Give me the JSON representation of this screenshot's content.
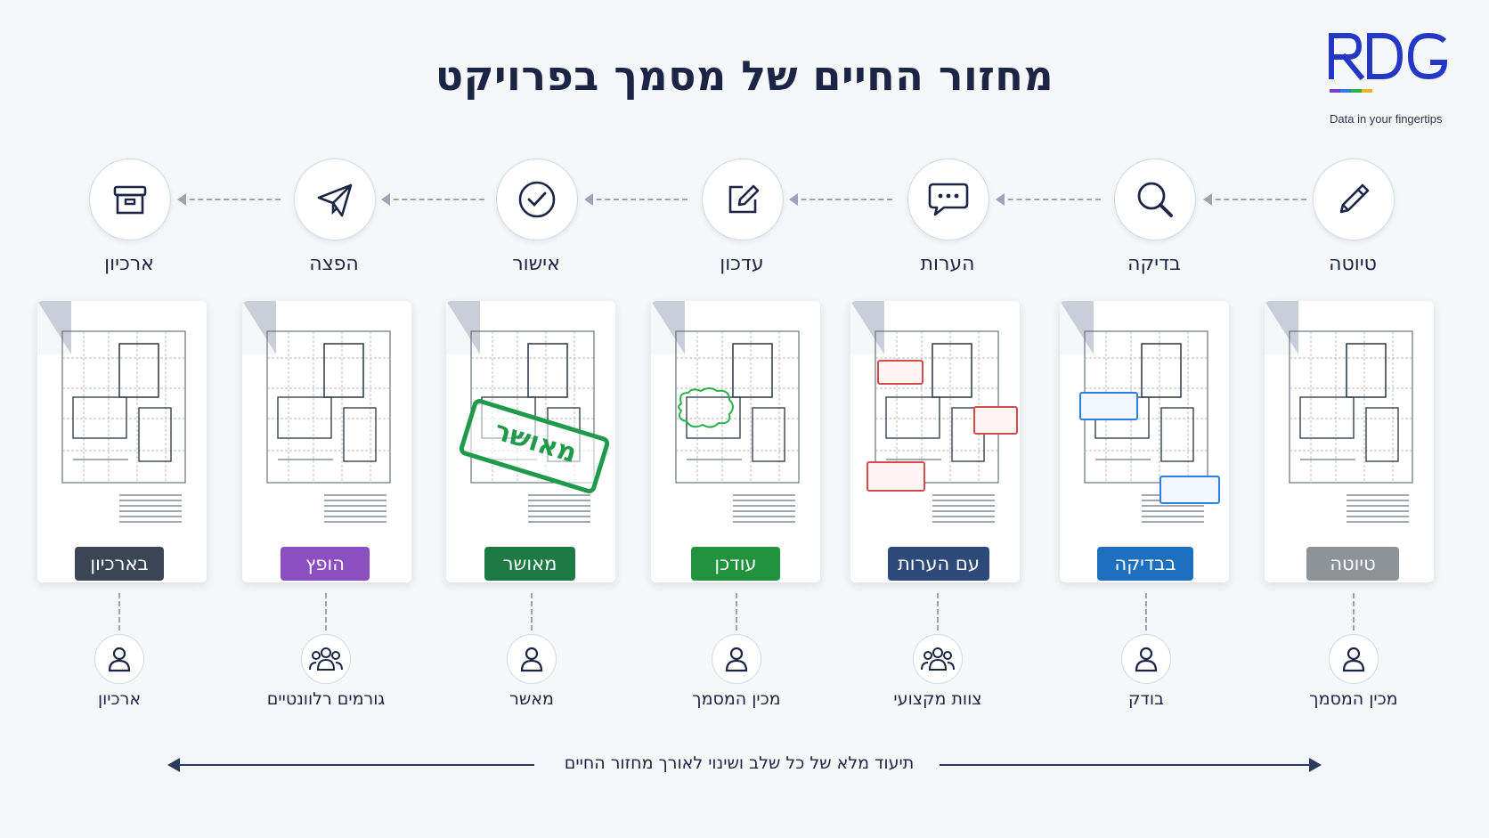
{
  "title": "מחזור החיים של מסמך בפרויקט",
  "logo": {
    "text": "RDG",
    "tagline": "Data in your fingertips"
  },
  "stages": [
    {
      "label": "ארכיון",
      "icon": "archive-box-icon",
      "badge": "בארכיון",
      "badge_color": "#3a4555",
      "role": "ארכיון",
      "role_icon": "person-icon"
    },
    {
      "label": "הפצה",
      "icon": "paper-plane-icon",
      "badge": "הופץ",
      "badge_color": "#8b4fc1",
      "role": "גורמים רלוונטיים",
      "role_icon": "group-icon"
    },
    {
      "label": "אישור",
      "icon": "check-circle-icon",
      "badge": "מאושר",
      "badge_color": "#1e7a45",
      "role": "מאשר",
      "role_icon": "person-icon"
    },
    {
      "label": "עדכון",
      "icon": "edit-square-icon",
      "badge": "עודכן",
      "badge_color": "#22923f",
      "role": "מכין המסמך",
      "role_icon": "person-icon"
    },
    {
      "label": "הערות",
      "icon": "chat-bubble-icon",
      "badge": "עם הערות",
      "badge_color": "#2e4a7a",
      "role": "צוות מקצועי",
      "role_icon": "group-icon"
    },
    {
      "label": "בדיקה",
      "icon": "magnifier-icon",
      "badge": "בבדיקה",
      "badge_color": "#1f6fbf",
      "role": "בודק",
      "role_icon": "person-icon"
    },
    {
      "label": "טיוטה",
      "icon": "pencil-icon",
      "badge": "טיוטה",
      "badge_color": "#8e9299",
      "role": "מכין המסמך",
      "role_icon": "person-icon"
    }
  ],
  "stamp_text": "מאושר",
  "footer_text": "תיעוד מלא של כל שלב ושינוי לאורך מחזור החיים"
}
